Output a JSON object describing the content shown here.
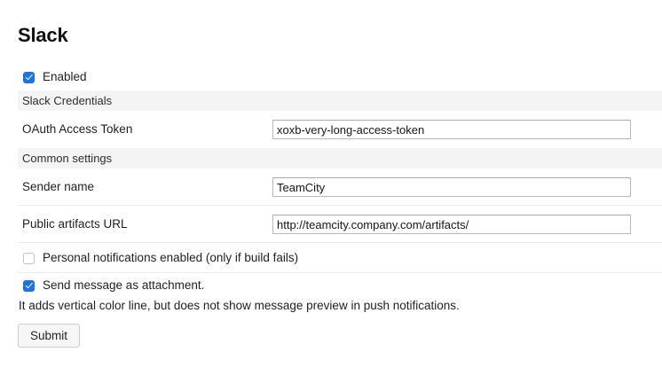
{
  "page": {
    "title": "Slack"
  },
  "enabled": {
    "label": "Enabled",
    "checked": true
  },
  "sections": [
    {
      "label": "Slack Credentials"
    },
    {
      "label": "Common settings"
    }
  ],
  "fields": {
    "oauth_token": {
      "label": "OAuth Access Token",
      "value": "xoxb-very-long-access-token",
      "placeholder": ""
    },
    "sender_name": {
      "label": "Sender name",
      "value": "TeamCity",
      "placeholder": ""
    },
    "artifacts_url": {
      "label": "Public artifacts URL",
      "value": "http://teamcity.company.com/artifacts/",
      "placeholder": ""
    }
  },
  "checkboxes": {
    "personal_notifications": {
      "label": "Personal notifications enabled (only if build fails)",
      "checked": false
    },
    "send_as_attachment": {
      "label": "Send message as attachment.",
      "checked": true,
      "note": "It adds vertical color line, but does not show message preview in push notifications."
    }
  },
  "submit": {
    "label": "Submit"
  },
  "colors": {
    "accent": "#1a73e8",
    "band": "#f4f4f4",
    "separator": "#ececec",
    "input_border": "#b8b8b8",
    "text": "#1f1f1f"
  }
}
